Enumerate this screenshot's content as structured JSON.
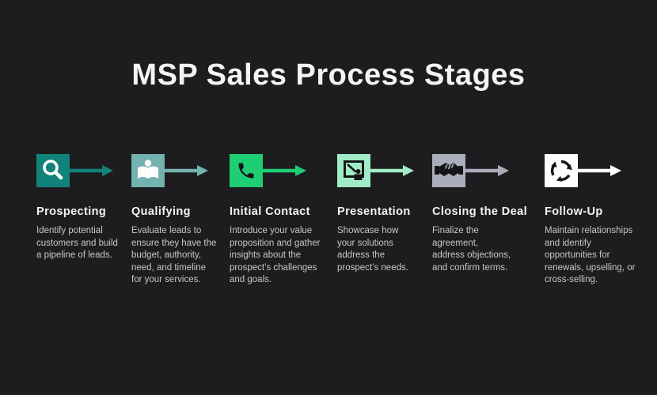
{
  "page": {
    "background": "#1d1d20"
  },
  "title": "MSP Sales Process Stages",
  "stages": [
    {
      "name": "Prospecting",
      "description": "Identify potential customers and build a pipeline of leads.",
      "icon": "search-icon",
      "color": "#11837a",
      "icon_color": "#ffffff"
    },
    {
      "name": "Qualifying",
      "description": "Evaluate leads to ensure they have the budget, authority, need, and timeline for your services.",
      "icon": "reader-icon",
      "color": "#73b2ae",
      "icon_color": "#ffffff"
    },
    {
      "name": "Initial Contact",
      "description": "Introduce your value proposition and gather insights about the prospect’s challenges and goals.",
      "icon": "phone-icon",
      "color": "#1fcd72",
      "icon_color": "#141517"
    },
    {
      "name": "Presentation",
      "description": "Showcase how your solutions address the prospect’s needs.",
      "icon": "presentation-icon",
      "color": "#a2ebc7",
      "icon_color": "#141517"
    },
    {
      "name": "Closing the Deal",
      "description": "Finalize the agreement, address objections, and confirm terms.",
      "icon": "handshake-icon",
      "color": "#abadbb",
      "icon_color": "#141517"
    },
    {
      "name": "Follow-Up",
      "description": "Maintain relationships and identify opportunities for renewals, upselling, or cross-selling.",
      "icon": "cycle-arrows-icon",
      "color": "#ffffff",
      "icon_color": "#141517"
    }
  ]
}
